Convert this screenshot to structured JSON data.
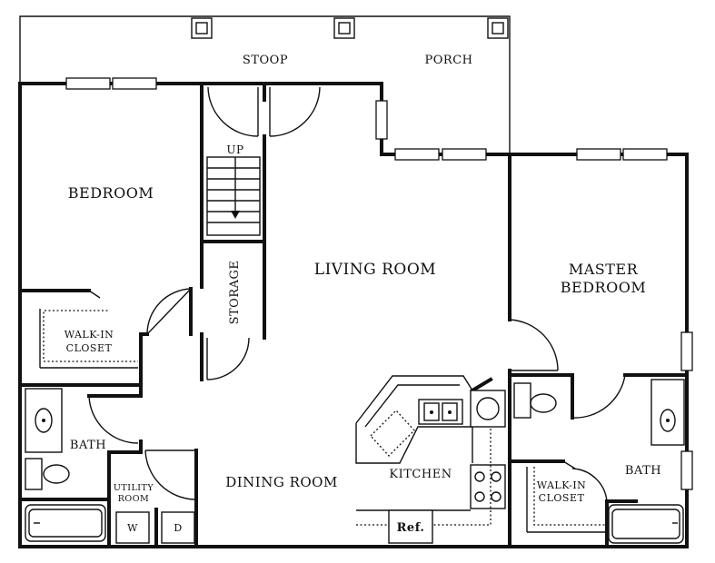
{
  "floorplan": {
    "labels": {
      "stoop": "STOOP",
      "porch": "PORCH",
      "up": "UP",
      "bedroom": "BEDROOM",
      "living_room": "LIVING ROOM",
      "storage": "STORAGE",
      "master_line1": "MASTER",
      "master_line2": "BEDROOM",
      "walkin_left_line1": "WALK-IN",
      "walkin_left_line2": "CLOSET",
      "bath_left": "BATH",
      "utility_line1": "UTILITY",
      "utility_line2": "ROOM",
      "washer": "W",
      "dryer": "D",
      "dining_room": "DINING ROOM",
      "kitchen": "KITCHEN",
      "refrigerator": "Ref.",
      "walkin_right_line1": "WALK-IN",
      "walkin_right_line2": "CLOSET",
      "bath_right": "BATH"
    }
  }
}
